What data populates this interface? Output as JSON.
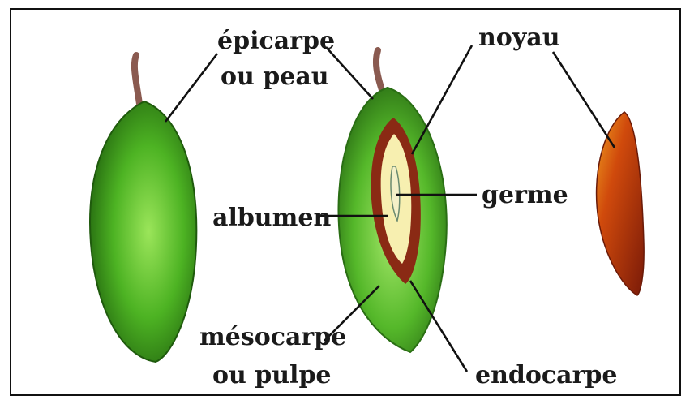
{
  "labels": {
    "epicarpe_line1": "épicarpe",
    "epicarpe_line2": "ou peau",
    "noyau": "noyau",
    "albumen": "albumen",
    "germe": "germe",
    "mesocarpe_line1": "mésocarpe",
    "mesocarpe_line2": "ou pulpe",
    "endocarpe": "endocarpe"
  },
  "colors": {
    "skin_dark": "#2f7d17",
    "skin_light": "#8fe04a",
    "endocarp": "#8a2a14",
    "albumen": "#f7efb0",
    "kernel": "#b8320c",
    "stem": "#8a5a50"
  }
}
